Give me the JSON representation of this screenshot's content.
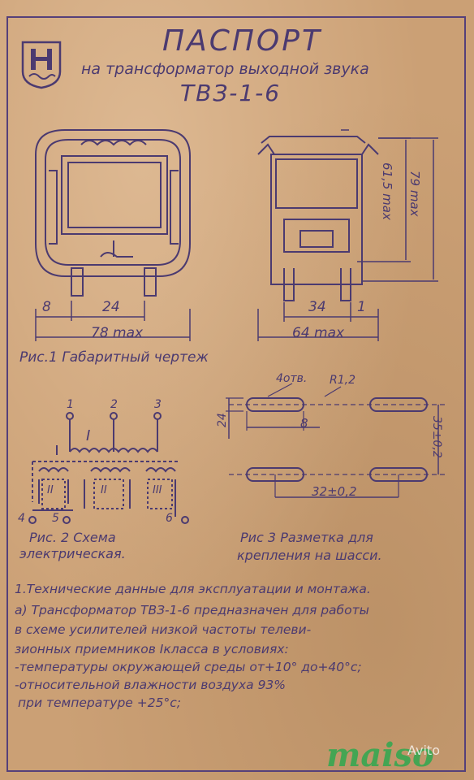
{
  "header": {
    "title": "ПАСПОРТ",
    "subtitle": "на трансформатор выходной звука",
    "model": "ТВЗ-1-6"
  },
  "fig1": {
    "caption": "Рис.1 Габаритный чертеж",
    "dim_left_8": "8",
    "dim_left_24": "24",
    "dim_left_78": "78 max",
    "dim_right_34": "34",
    "dim_right_1": "1",
    "dim_right_64": "64 max",
    "dim_height_615": "61,5 max",
    "dim_height_79": "79 max"
  },
  "fig2": {
    "caption_line1": "Рис. 2 Схема",
    "caption_line2": "электрическая.",
    "terminals": [
      "1",
      "2",
      "3",
      "4",
      "5",
      "6"
    ],
    "windings": [
      "I",
      "II",
      "II",
      "III"
    ]
  },
  "fig3": {
    "caption_line1": "Рис 3 Разметка для",
    "caption_line2": "крепления на шасси.",
    "holes_label": "4отв.",
    "radius_label": "R1,2",
    "dim_24": "24",
    "dim_8": "8",
    "dim_35": "35±0,2",
    "dim_32": "32±0,2"
  },
  "text": {
    "line1": "1.Технические данные для эксплуатации и монтажа.",
    "line2": "а) Трансформатор ТВЗ-1-6 предназначен для работы",
    "line3": "в схеме усилителей низкой частоты телеви-",
    "line4": "зионных приемников Iкласса в условиях:",
    "line5": "-температуры окружающей среды от+10° до+40°с;",
    "line6": "-относительной влажности воздуха 93%",
    "line7": "при температуре +25°с;"
  },
  "watermark": {
    "brand": "maiso",
    "sub": "Avito"
  },
  "colors": {
    "paper": "#cba075",
    "ink": "#4b3a70",
    "watermark": "#2fa84f"
  }
}
